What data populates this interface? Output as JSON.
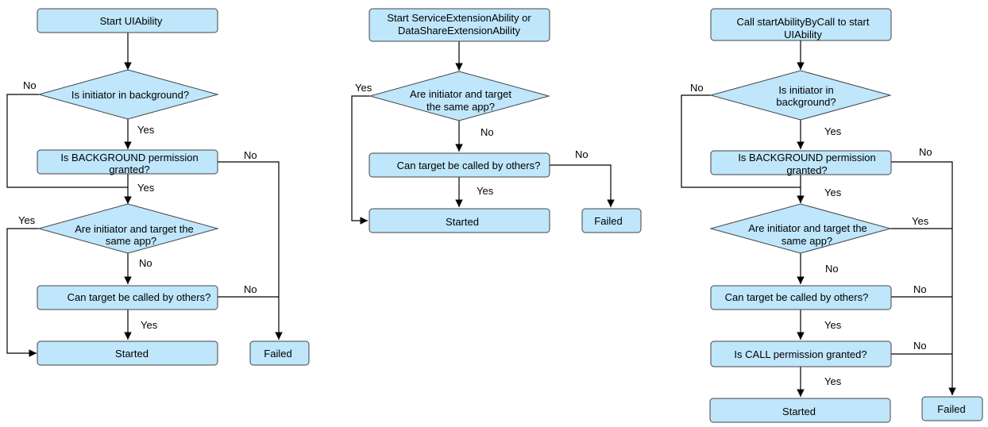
{
  "colors": {
    "node_fill": "#bfe6fb",
    "node_stroke": "#444444",
    "edge": "#000000"
  },
  "flow1": {
    "start": "Start UIAbility",
    "q_background": "Is initiator in background?",
    "q_permission_l1": "Is BACKGROUND permission",
    "q_permission_l2": "granted?",
    "q_sameapp_l1": "Are initiator and target the",
    "q_sameapp_l2": "same app?",
    "q_callable": "Can target be called by others?",
    "started": "Started",
    "failed": "Failed",
    "lbl_no_bg": "No",
    "lbl_yes_bg": "Yes",
    "lbl_no_perm": "No",
    "lbl_yes_perm": "Yes",
    "lbl_yes_same": "Yes",
    "lbl_no_same": "No",
    "lbl_no_call": "No",
    "lbl_yes_call": "Yes"
  },
  "flow2": {
    "start_l1": "Start ServiceExtensionAbility or",
    "start_l2": "DataShareExtensionAbility",
    "q_sameapp_l1": "Are initiator and target",
    "q_sameapp_l2": "the same app?",
    "q_callable": "Can target be called by others?",
    "started": "Started",
    "failed": "Failed",
    "lbl_yes_same": "Yes",
    "lbl_no_same": "No",
    "lbl_no_call": "No",
    "lbl_yes_call": "Yes"
  },
  "flow3": {
    "start_l1": "Call startAbilityByCall to start",
    "start_l2": "UIAbility",
    "q_background_l1": "Is initiator in",
    "q_background_l2": "background?",
    "q_permission_l1": "Is BACKGROUND permission",
    "q_permission_l2": "granted?",
    "q_sameapp_l1": "Are initiator and target the",
    "q_sameapp_l2": "same app?",
    "q_callable": "Can target be called by others?",
    "q_call_perm": "Is CALL permission granted?",
    "started": "Started",
    "failed": "Failed",
    "lbl_no_bg": "No",
    "lbl_yes_bg": "Yes",
    "lbl_no_perm": "No",
    "lbl_yes_perm": "Yes",
    "lbl_yes_same": "Yes",
    "lbl_no_same": "No",
    "lbl_no_call": "No",
    "lbl_yes_call": "Yes",
    "lbl_no_callperm": "No",
    "lbl_yes_callperm": "Yes"
  }
}
